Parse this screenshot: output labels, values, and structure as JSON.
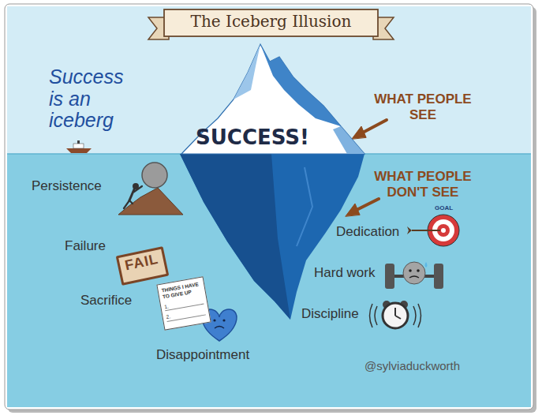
{
  "diagram": {
    "title": "The Iceberg Illusion",
    "nodes": [
      {
        "text": [
          "SUCCESS!"
        ]
      },
      {
        "text": [
          "FAIL"
        ]
      },
      {
        "text": [
          "THINGS I HAVE TO GIVE UP",
          "1.",
          "2."
        ]
      }
    ],
    "labels": [
      "Success is an iceberg",
      "WHAT PEOPLE SEE",
      "WHAT PEOPLE DON'T SEE",
      "Persistence",
      "Failure",
      "Sacrifice",
      "Disappointment",
      "Dedication",
      "Hard work",
      "Discipline",
      "GOAL",
      "@sylviaduckworth"
    ]
  }
}
